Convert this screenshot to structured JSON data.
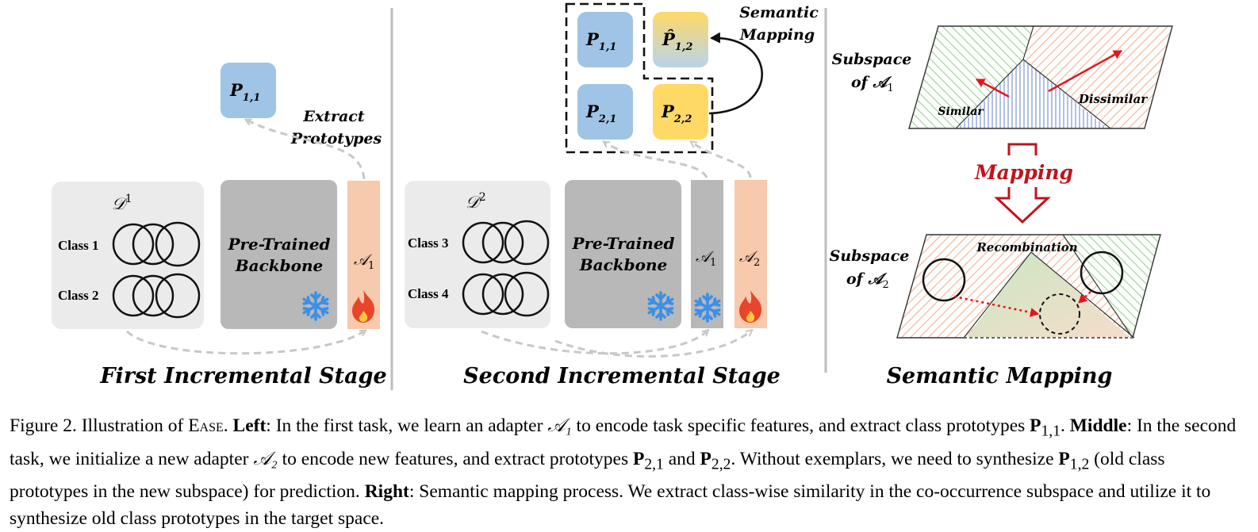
{
  "left": {
    "dataset": "𝒟",
    "dataset_sup": "1",
    "class_1": "Class 1",
    "class_2": "Class 2",
    "backbone_line1": "Pre-Trained",
    "backbone_line2": "Backbone",
    "adapter": "𝒜",
    "adapter_sub": "1",
    "prototype": "P",
    "prototype_sub": "1,1",
    "extract_line1": "Extract",
    "extract_line2": "Prototypes",
    "stage_title": "First Incremental Stage"
  },
  "middle": {
    "dataset": "𝒟",
    "dataset_sup": "2",
    "class_3": "Class 3",
    "class_4": "Class 4",
    "backbone_line1": "Pre-Trained",
    "backbone_line2": "Backbone",
    "adapter_1": "𝒜",
    "adapter_1_sub": "1",
    "adapter_2": "𝒜",
    "adapter_2_sub": "2",
    "proto_11": "P",
    "proto_11_sub": "1,1",
    "proto_12": "P̂",
    "proto_12_sub": "1,2",
    "proto_21": "P",
    "proto_21_sub": "2,1",
    "proto_22": "P",
    "proto_22_sub": "2,2",
    "semantic_line1": "Semantic",
    "semantic_line2": "Mapping",
    "stage_title": "Second Incremental Stage"
  },
  "right": {
    "subspace_1_line1": "Subspace",
    "subspace_1_line2": "of 𝒜",
    "subspace_1_sub": "1",
    "similar": "Similar",
    "dissimilar": "Dissimilar",
    "mapping": "Mapping",
    "subspace_2_line1": "Subspace",
    "subspace_2_line2": "of 𝒜",
    "subspace_2_sub": "2",
    "recombination": "Recombination",
    "stage_title": "Semantic Mapping"
  },
  "caption": {
    "fig_label": "Figure 2. Illustration of ",
    "method": "Ease",
    "after_method": ". ",
    "left_label": "Left",
    "left_text_1": ": In the first task, we learn an adapter ",
    "A1": "𝒜₁",
    "left_text_2": " to encode task specific features, and extract class prototypes ",
    "P11": "P",
    "P11_sub": "1,1",
    "after_p11": ". ",
    "middle_label": "Middle",
    "middle_text_1": ": In the second task, we initialize a new adapter ",
    "A2": "𝒜₂",
    "middle_text_2": " to encode new features, and extract prototypes ",
    "P21": "P",
    "P21_sub": "2,1",
    "and": " and ",
    "P22": "P",
    "P22_sub": "2,2",
    "middle_text_3": ". Without exemplars, we need to synthesize ",
    "P12": "P",
    "P12_sub": "1,2",
    "middle_text_4": " (old class prototypes in the new subspace) for prediction. ",
    "right_label": "Right",
    "right_text": ": Semantic mapping process. We extract class-wise similarity in the co-occurrence subspace and utilize it to synthesize old class prototypes in the target space."
  },
  "colors": {
    "panel_grey": "#ebebeb",
    "backbone_grey": "#b8b8b8",
    "adapter_orange": "#f7c9ad",
    "proto_blue": "#9fc4e6",
    "proto_yellow": "#ffd966",
    "snow_blue": "#3b8fe8",
    "fire_red": "#e8452a",
    "mapping_red": "#c0141b"
  },
  "icons": [
    "snowflake-icon",
    "fire-icon",
    "cat-image",
    "dog-image",
    "bird-image",
    "lion-image"
  ]
}
